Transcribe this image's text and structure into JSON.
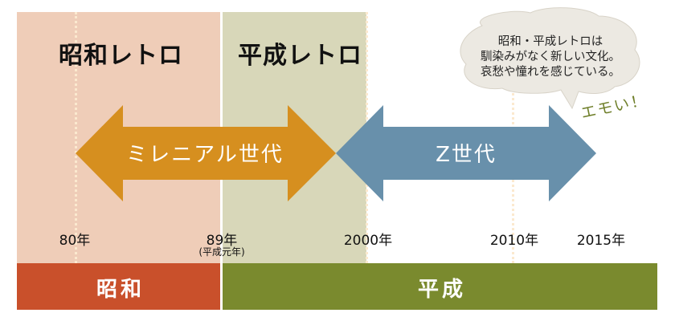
{
  "regions": {
    "showa_retro": {
      "label": "昭和レトロ",
      "color": "#efcdb8"
    },
    "heisei_retro": {
      "label": "平成レトロ",
      "color": "#d8d7b9"
    }
  },
  "arrows": {
    "millennial": {
      "label": "ミレニアル世代",
      "color": "#d68f1f"
    },
    "genz": {
      "label": "Z世代",
      "color": "#6890ab"
    }
  },
  "years": [
    {
      "label": "80年"
    },
    {
      "label": "89年",
      "sub": "(平成元年)"
    },
    {
      "label": "2000年"
    },
    {
      "label": "2010年"
    },
    {
      "label": "2015年"
    }
  ],
  "eras": {
    "showa": {
      "label": "昭和",
      "color": "#c9502b"
    },
    "heisei": {
      "label": "平成",
      "color": "#7a8a2e"
    }
  },
  "bubble": {
    "lines": [
      "昭和・平成レトロは",
      "馴染みがなく新しい文化。",
      "哀愁や憧れを感じている。"
    ],
    "exclaim": "エモい！",
    "color": "#ece9e2"
  }
}
